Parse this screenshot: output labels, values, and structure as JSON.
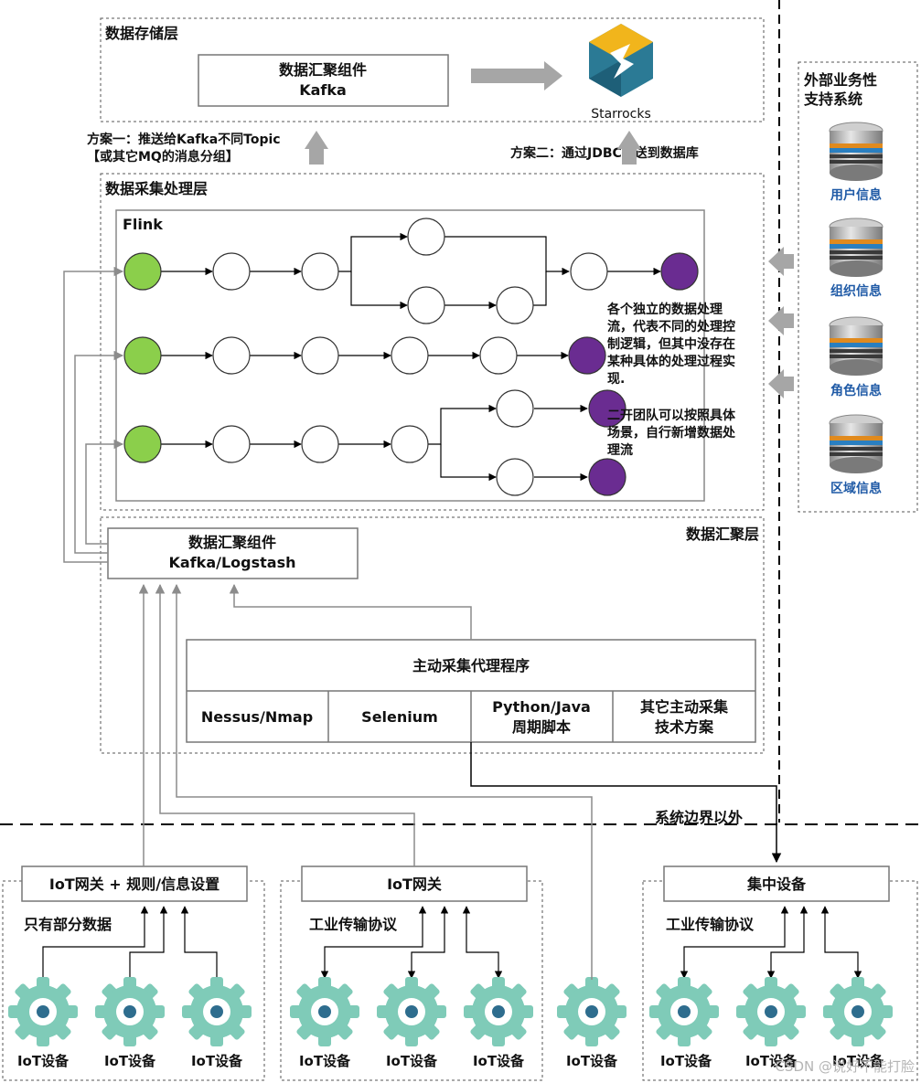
{
  "storage_layer": {
    "title": "数据存储层",
    "kafka_box": {
      "line1": "数据汇聚组件",
      "line2": "Kafka"
    },
    "starrocks_label": "Starrocks"
  },
  "plan_one": {
    "line1": "方案一：推送给Kafka不同Topic",
    "line2": "【或其它MQ的消息分组】"
  },
  "plan_two": "方案二：通过JDBC推送到数据库",
  "processing_layer": {
    "title": "数据采集处理层",
    "flink_label": "Flink"
  },
  "flink_note": {
    "lines": [
      "各个独立的数据处理",
      "流，代表不同的处理控",
      "制逻辑，但其中没存在",
      "某种具体的处理过程实",
      "现."
    ],
    "lines2": [
      "二开团队可以按照具体",
      "场景，自行新增数据处",
      "理流"
    ]
  },
  "aggregation_layer": {
    "title": "数据汇聚层",
    "box": {
      "line1": "数据汇聚组件",
      "line2": "Kafka/Logstash"
    }
  },
  "active_collection": {
    "title": "主动采集代理程序",
    "cells": [
      {
        "line1": "Nessus/Nmap",
        "line2": ""
      },
      {
        "line1": "Selenium",
        "line2": ""
      },
      {
        "line1": "Python/Java",
        "line2": "周期脚本"
      },
      {
        "line1": "其它主动采集",
        "line2": "技术方案"
      }
    ]
  },
  "external_support": {
    "title_line1": "外部业务性",
    "title_line2": "支持系统",
    "databases": [
      "用户信息",
      "组织信息",
      "角色信息",
      "区域信息"
    ]
  },
  "boundary_label": "系统边界以外",
  "gateway_groups": [
    {
      "title": "IoT网关 + 规则/信息设置",
      "note": "只有部分数据",
      "devices": [
        "IoT设备",
        "IoT设备",
        "IoT设备"
      ]
    },
    {
      "title": "IoT网关",
      "note": "工业传输协议",
      "devices": [
        "IoT设备",
        "IoT设备",
        "IoT设备"
      ]
    },
    {
      "title": "集中设备",
      "note": "工业传输协议",
      "devices": [
        "IoT设备",
        "IoT设备",
        "IoT设备"
      ]
    }
  ],
  "standalone_device": "IoT设备",
  "watermark": "CSDN @说好不能打脸",
  "colors": {
    "green_node": "#8bcf4b",
    "purple_node": "#6a2c91",
    "gear": "#7fcbb8",
    "gear_core": "#2e6d8e",
    "db_label": "#1f5aa6",
    "arrow_gray": "#999999"
  }
}
